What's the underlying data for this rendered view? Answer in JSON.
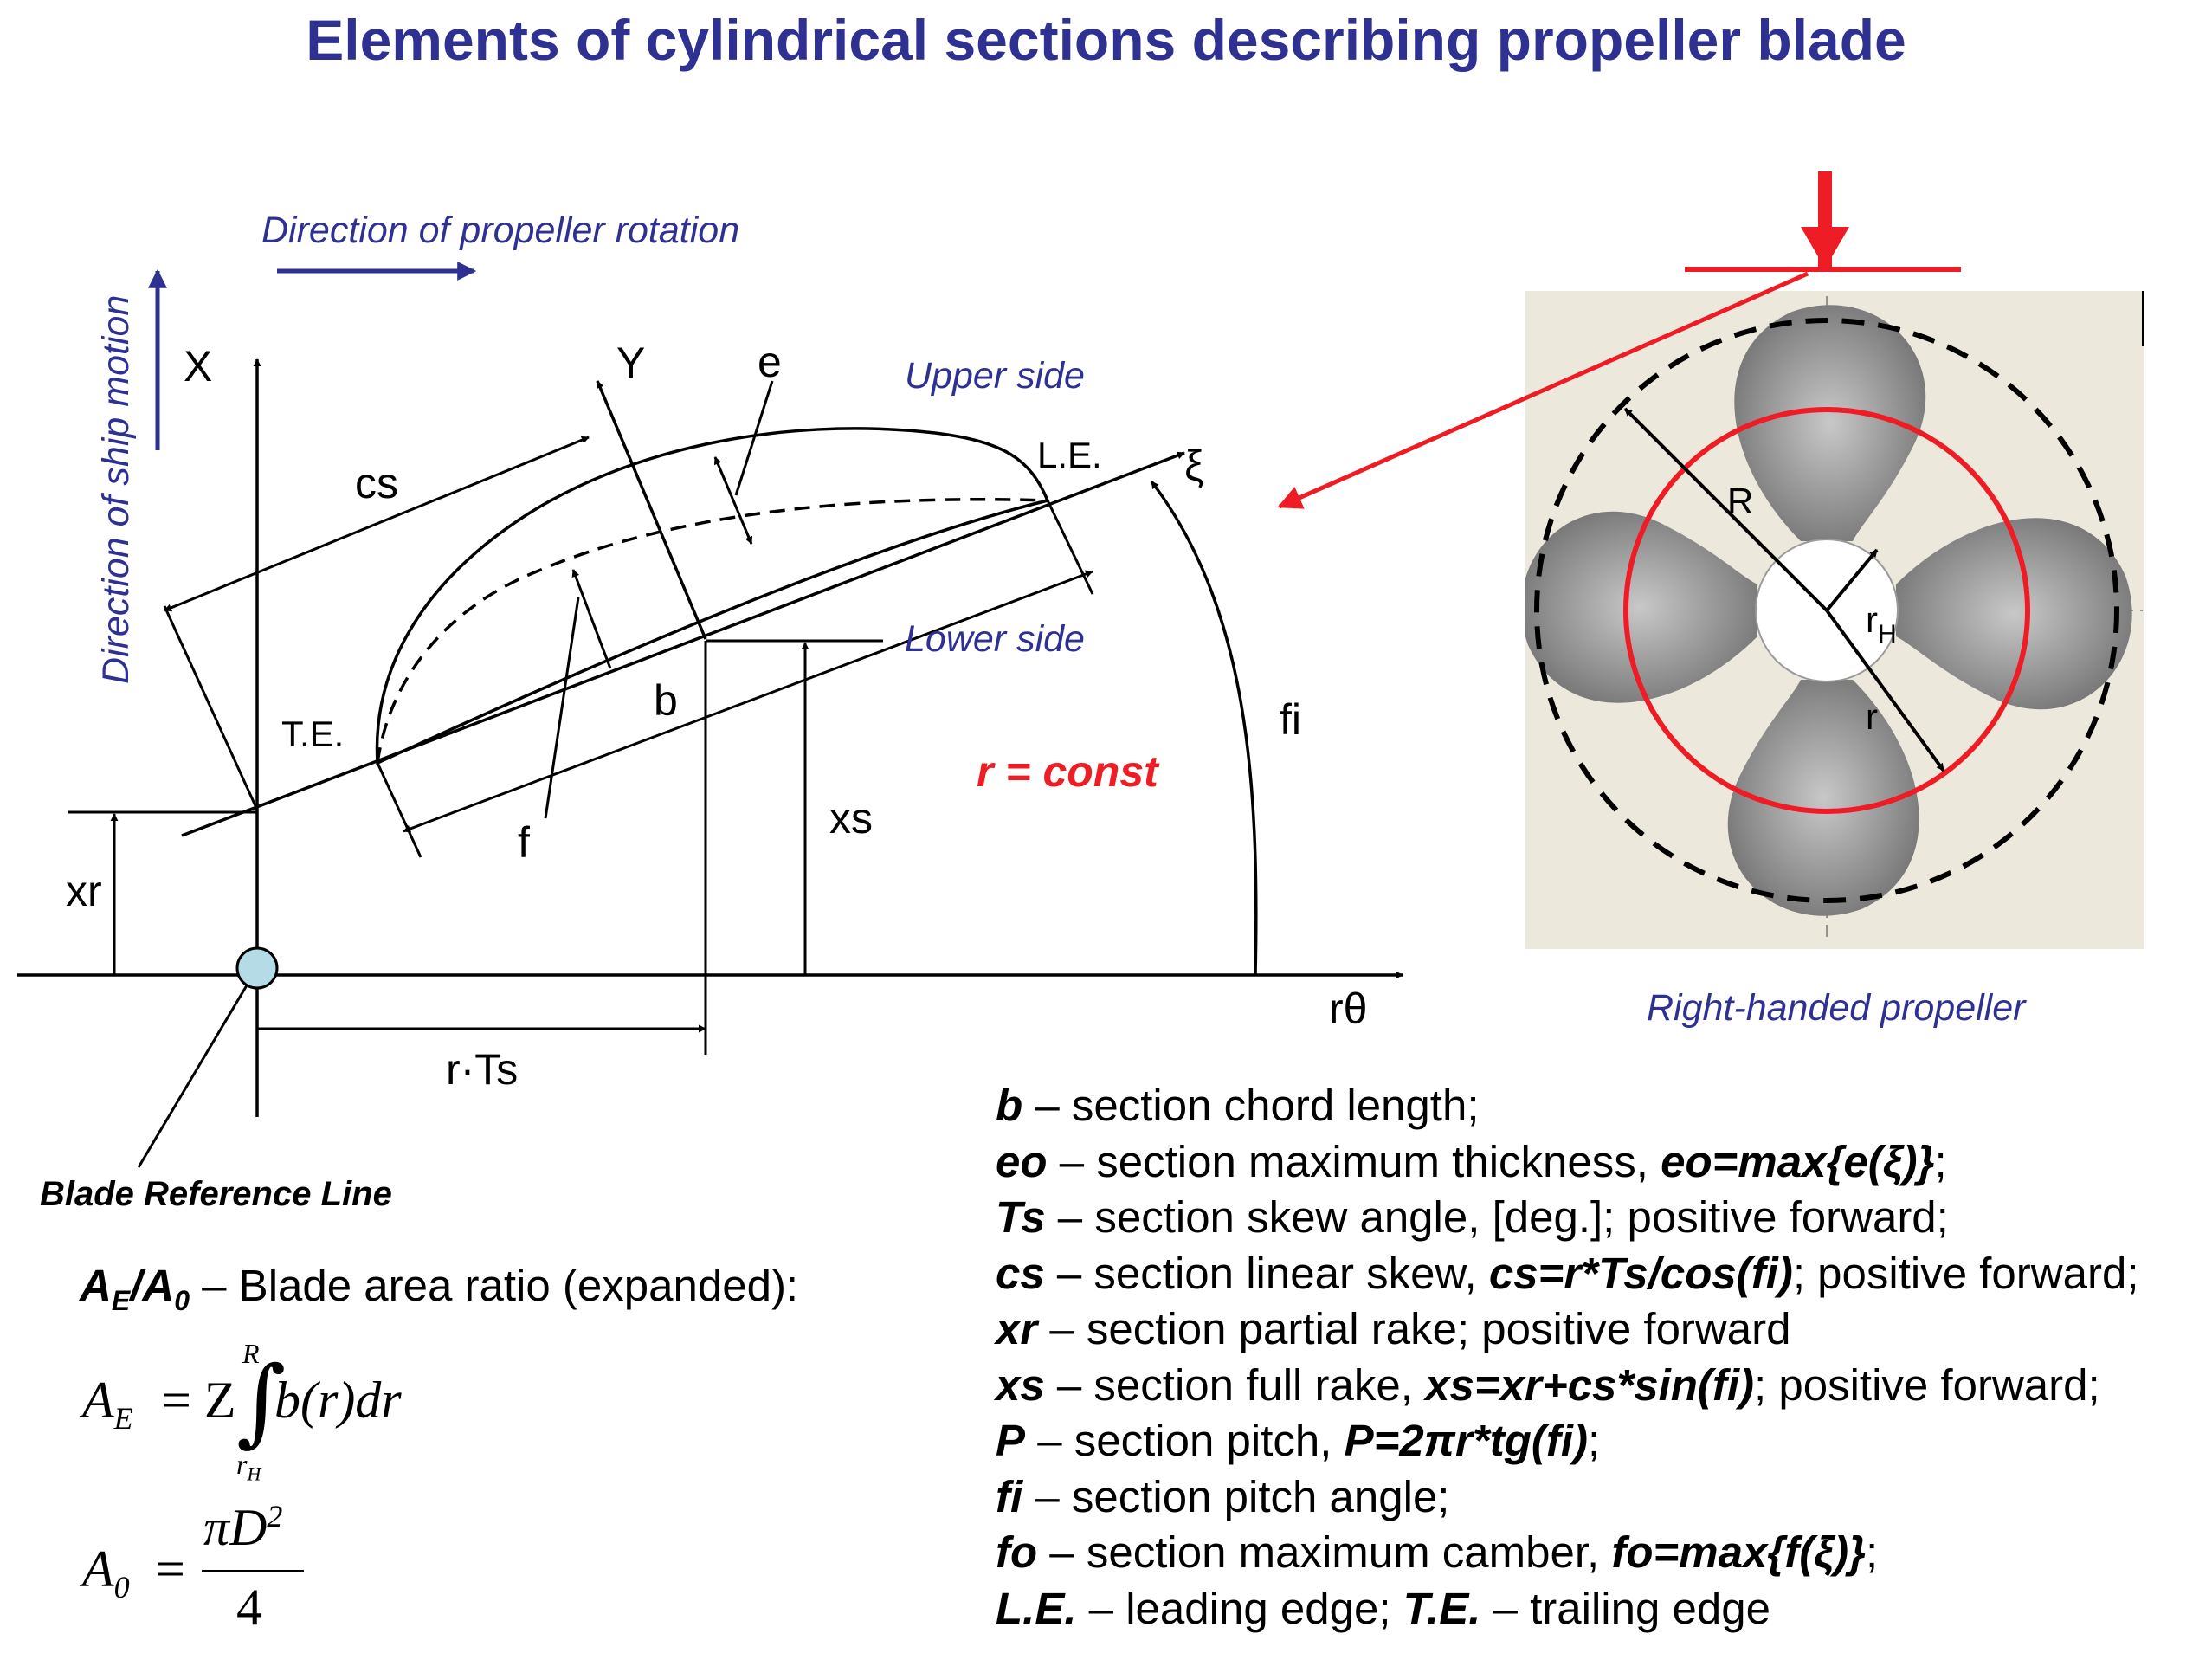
{
  "title": "Elements of cylindrical sections describing propeller blade",
  "diagram": {
    "rotation_label": "Direction of propeller rotation",
    "motion_label": "Direction of ship motion",
    "x_axis": "X",
    "y_axis": "Y",
    "xi_axis": "ξ",
    "r_theta": "rθ",
    "cs": "cs",
    "e": "e",
    "b": "b",
    "f": "f",
    "xr": "xr",
    "xs": "xs",
    "fi": "fi",
    "r_ts": "r·Ts",
    "upper_side": "Upper side",
    "lower_side": "Lower side",
    "le": "L.E.",
    "te": "T.E.",
    "r_const": "r = const",
    "blade_reference_line": "Blade Reference Line",
    "colors": {
      "title_blue": "#2e3192",
      "red": "#ee1c24",
      "hub": "#b4dbe6"
    }
  },
  "propeller": {
    "caption": "Right-handed propeller",
    "R": "R",
    "rH": "r",
    "rH_sub": "H",
    "r": "r",
    "panel_color": "#ece8dc"
  },
  "area_ratio": {
    "title_lhs": "A",
    "title_sub_e": "E",
    "title_slash": "/A",
    "title_sub_0": "0",
    "title_rest": " – Blade area ratio (expanded):",
    "eq1_lhs": "A",
    "eq1_sub": "E",
    "eq1_rhs": "= Z",
    "eq1_upper": "R",
    "eq1_lower": "r",
    "eq1_lower_sub": "H",
    "eq1_integrand": "b(r)dr",
    "eq2_lhs": "A",
    "eq2_sub": "0",
    "eq2_eq": "=",
    "eq2_num": "πD",
    "eq2_pow": "2",
    "eq2_den": "4"
  },
  "definitions": [
    {
      "term": "b",
      "text": " – section chord length;",
      "formula": "",
      "tail": ""
    },
    {
      "term": "eo",
      "text": " – section maximum thickness, ",
      "formula": "eo=max{e(ξ)}",
      "tail": ";"
    },
    {
      "term": "Ts",
      "text": " – section skew angle, [deg.]; positive forward;",
      "formula": "",
      "tail": ""
    },
    {
      "term": "cs",
      "text": " – section linear skew, ",
      "formula": "cs=r*Ts/cos(fi)",
      "tail": "; positive forward;"
    },
    {
      "term": "xr",
      "text": " – section partial rake; positive forward",
      "formula": "",
      "tail": ""
    },
    {
      "term": "xs",
      "text": " – section full rake, ",
      "formula": "xs=xr+cs*sin(fi)",
      "tail": "; positive forward;"
    },
    {
      "term": "P",
      "text": " – section pitch, ",
      "formula": "P=2πr*tg(fi)",
      "tail": ";"
    },
    {
      "term": "fi",
      "text": " – section pitch angle;",
      "formula": "",
      "tail": ""
    },
    {
      "term": "fo",
      "text": " – section maximum camber, ",
      "formula": "fo=max{f(ξ)}",
      "tail": ";"
    }
  ],
  "edges_line": {
    "le": "L.E.",
    "le_text": " – leading edge; ",
    "te": "T.E.",
    "te_text": " – trailing edge"
  }
}
